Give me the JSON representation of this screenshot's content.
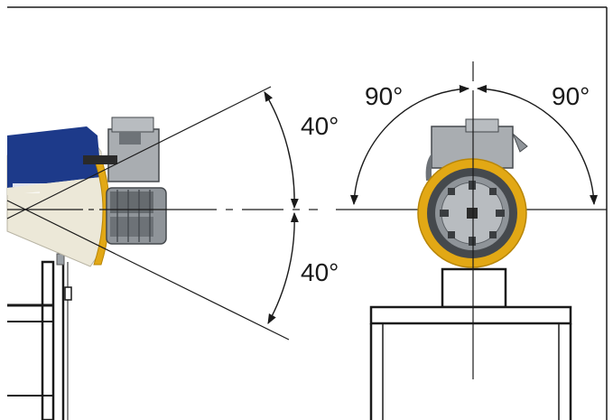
{
  "figure": {
    "left_view": {
      "tilt_up_label": "40°",
      "tilt_down_label": "40°"
    },
    "right_view": {
      "rotate_left_label": "90°",
      "rotate_right_label": "90°"
    }
  },
  "colors": {
    "line": "#1a1a1a",
    "accent_yellow": "#e2a815",
    "housing_cream": "#ece8d8",
    "brand_blue": "#1d3a8a",
    "metal_gray": "#8f9499",
    "dark_metal": "#45494d"
  }
}
